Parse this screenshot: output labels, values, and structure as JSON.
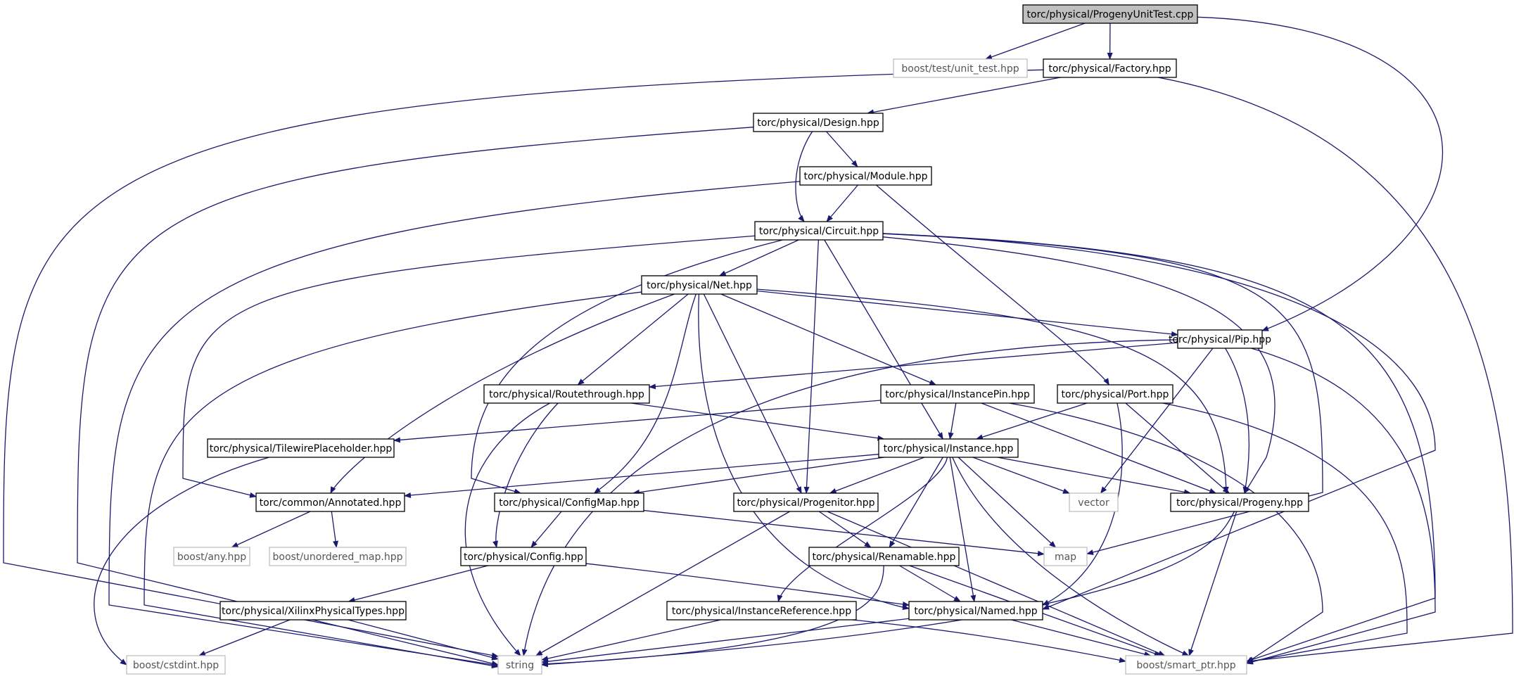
{
  "colors": {
    "edge": "#191970",
    "node_border": "#000000",
    "external_border": "#bfbfbf",
    "root_fill": "#bfbfbf",
    "text": "#000000"
  },
  "nodes": [
    {
      "id": "root",
      "label": "torc/physical/ProgenyUnitTest.cpp",
      "kind": "root"
    },
    {
      "id": "unit_test",
      "label": "boost/test/unit_test.hpp",
      "kind": "external"
    },
    {
      "id": "factory",
      "label": "torc/physical/Factory.hpp",
      "kind": "internal"
    },
    {
      "id": "design",
      "label": "torc/physical/Design.hpp",
      "kind": "internal"
    },
    {
      "id": "module",
      "label": "torc/physical/Module.hpp",
      "kind": "internal"
    },
    {
      "id": "circuit",
      "label": "torc/physical/Circuit.hpp",
      "kind": "internal"
    },
    {
      "id": "net",
      "label": "torc/physical/Net.hpp",
      "kind": "internal"
    },
    {
      "id": "pip",
      "label": "torc/physical/Pip.hpp",
      "kind": "internal"
    },
    {
      "id": "routethrough",
      "label": "torc/physical/Routethrough.hpp",
      "kind": "internal"
    },
    {
      "id": "instancepin",
      "label": "torc/physical/InstancePin.hpp",
      "kind": "internal"
    },
    {
      "id": "port",
      "label": "torc/physical/Port.hpp",
      "kind": "internal"
    },
    {
      "id": "tilewire",
      "label": "torc/physical/TilewirePlaceholder.hpp",
      "kind": "internal"
    },
    {
      "id": "instance",
      "label": "torc/physical/Instance.hpp",
      "kind": "internal"
    },
    {
      "id": "annotated",
      "label": "torc/common/Annotated.hpp",
      "kind": "internal"
    },
    {
      "id": "configmap",
      "label": "torc/physical/ConfigMap.hpp",
      "kind": "internal"
    },
    {
      "id": "progenitor",
      "label": "torc/physical/Progenitor.hpp",
      "kind": "internal"
    },
    {
      "id": "vector",
      "label": "vector",
      "kind": "external"
    },
    {
      "id": "progeny",
      "label": "torc/physical/Progeny.hpp",
      "kind": "internal"
    },
    {
      "id": "any",
      "label": "boost/any.hpp",
      "kind": "external"
    },
    {
      "id": "unordered_map",
      "label": "boost/unordered_map.hpp",
      "kind": "external"
    },
    {
      "id": "config",
      "label": "torc/physical/Config.hpp",
      "kind": "internal"
    },
    {
      "id": "renamable",
      "label": "torc/physical/Renamable.hpp",
      "kind": "internal"
    },
    {
      "id": "map",
      "label": "map",
      "kind": "external"
    },
    {
      "id": "xilinx",
      "label": "torc/physical/XilinxPhysicalTypes.hpp",
      "kind": "internal"
    },
    {
      "id": "instanceref",
      "label": "torc/physical/InstanceReference.hpp",
      "kind": "internal"
    },
    {
      "id": "named",
      "label": "torc/physical/Named.hpp",
      "kind": "internal"
    },
    {
      "id": "cstdint",
      "label": "boost/cstdint.hpp",
      "kind": "external"
    },
    {
      "id": "string",
      "label": "string",
      "kind": "external"
    },
    {
      "id": "smart_ptr",
      "label": "boost/smart_ptr.hpp",
      "kind": "external"
    }
  ],
  "edges": [
    {
      "from": "root",
      "to": "unit_test"
    },
    {
      "from": "root",
      "to": "factory"
    },
    {
      "from": "root",
      "to": "pip"
    },
    {
      "from": "factory",
      "to": "design"
    },
    {
      "from": "factory",
      "to": "string"
    },
    {
      "from": "factory",
      "to": "smart_ptr"
    },
    {
      "from": "design",
      "to": "module"
    },
    {
      "from": "design",
      "to": "circuit"
    },
    {
      "from": "design",
      "to": "string"
    },
    {
      "from": "module",
      "to": "circuit"
    },
    {
      "from": "module",
      "to": "port"
    },
    {
      "from": "module",
      "to": "string"
    },
    {
      "from": "circuit",
      "to": "net"
    },
    {
      "from": "circuit",
      "to": "annotated"
    },
    {
      "from": "circuit",
      "to": "configmap"
    },
    {
      "from": "circuit",
      "to": "progenitor"
    },
    {
      "from": "circuit",
      "to": "instance"
    },
    {
      "from": "circuit",
      "to": "progeny"
    },
    {
      "from": "circuit",
      "to": "map"
    },
    {
      "from": "circuit",
      "to": "named"
    },
    {
      "from": "circuit",
      "to": "smart_ptr"
    },
    {
      "from": "net",
      "to": "pip"
    },
    {
      "from": "net",
      "to": "routethrough"
    },
    {
      "from": "net",
      "to": "instancepin"
    },
    {
      "from": "net",
      "to": "annotated"
    },
    {
      "from": "net",
      "to": "configmap"
    },
    {
      "from": "net",
      "to": "progenitor"
    },
    {
      "from": "net",
      "to": "progeny"
    },
    {
      "from": "net",
      "to": "named"
    },
    {
      "from": "net",
      "to": "string"
    },
    {
      "from": "pip",
      "to": "routethrough"
    },
    {
      "from": "pip",
      "to": "vector"
    },
    {
      "from": "pip",
      "to": "progeny"
    },
    {
      "from": "pip",
      "to": "string"
    },
    {
      "from": "pip",
      "to": "smart_ptr"
    },
    {
      "from": "routethrough",
      "to": "instance"
    },
    {
      "from": "routethrough",
      "to": "config"
    },
    {
      "from": "routethrough",
      "to": "string"
    },
    {
      "from": "instancepin",
      "to": "instance"
    },
    {
      "from": "instancepin",
      "to": "tilewire"
    },
    {
      "from": "instancepin",
      "to": "progeny"
    },
    {
      "from": "instancepin",
      "to": "smart_ptr"
    },
    {
      "from": "port",
      "to": "instance"
    },
    {
      "from": "port",
      "to": "progeny"
    },
    {
      "from": "port",
      "to": "named"
    },
    {
      "from": "port",
      "to": "smart_ptr"
    },
    {
      "from": "tilewire",
      "to": "cstdint"
    },
    {
      "from": "instance",
      "to": "annotated"
    },
    {
      "from": "instance",
      "to": "configmap"
    },
    {
      "from": "instance",
      "to": "progenitor"
    },
    {
      "from": "instance",
      "to": "vector"
    },
    {
      "from": "instance",
      "to": "progeny"
    },
    {
      "from": "instance",
      "to": "renamable"
    },
    {
      "from": "instance",
      "to": "map"
    },
    {
      "from": "instance",
      "to": "instanceref"
    },
    {
      "from": "instance",
      "to": "named"
    },
    {
      "from": "instance",
      "to": "smart_ptr"
    },
    {
      "from": "annotated",
      "to": "any"
    },
    {
      "from": "annotated",
      "to": "unordered_map"
    },
    {
      "from": "configmap",
      "to": "config"
    },
    {
      "from": "configmap",
      "to": "map"
    },
    {
      "from": "progenitor",
      "to": "renamable"
    },
    {
      "from": "progenitor",
      "to": "string"
    },
    {
      "from": "progenitor",
      "to": "smart_ptr"
    },
    {
      "from": "progeny",
      "to": "string"
    },
    {
      "from": "progeny",
      "to": "smart_ptr"
    },
    {
      "from": "config",
      "to": "xilinx"
    },
    {
      "from": "config",
      "to": "named"
    },
    {
      "from": "renamable",
      "to": "named"
    },
    {
      "from": "renamable",
      "to": "string"
    },
    {
      "from": "renamable",
      "to": "smart_ptr"
    },
    {
      "from": "xilinx",
      "to": "cstdint"
    },
    {
      "from": "xilinx",
      "to": "string"
    },
    {
      "from": "instanceref",
      "to": "string"
    },
    {
      "from": "instanceref",
      "to": "smart_ptr"
    },
    {
      "from": "named",
      "to": "string"
    },
    {
      "from": "named",
      "to": "smart_ptr"
    }
  ]
}
